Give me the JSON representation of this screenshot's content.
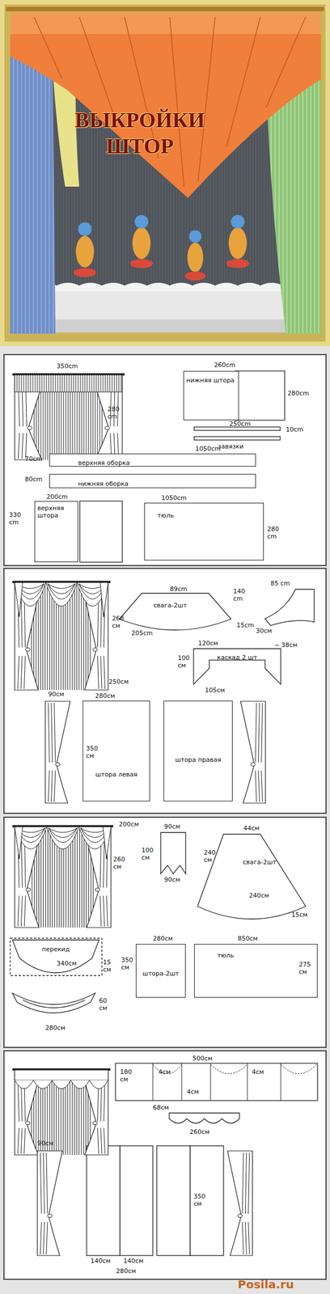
{
  "diagram": {
    "title": "ВЫКРОЙКИ ШТОР",
    "nodes": [
      {
        "text": [
          "нижняя штора"
        ]
      },
      {
        "text": [
          "верхняя оборка"
        ]
      },
      {
        "text": [
          "нижняя оборка"
        ]
      },
      {
        "text": [
          "верхняя штора"
        ]
      },
      {
        "text": [
          "тюль"
        ]
      },
      {
        "text": [
          "свага-2шт"
        ]
      },
      {
        "text": [
          "каскад 2 шт"
        ]
      },
      {
        "text": [
          "штора левая"
        ]
      },
      {
        "text": [
          "штора правая"
        ]
      },
      {
        "text": [
          "свага-2шт"
        ]
      },
      {
        "text": [
          "перекид"
        ]
      },
      {
        "text": [
          "штора-2шт"
        ]
      },
      {
        "text": [
          "тюль"
        ]
      }
    ],
    "labels": [
      "350cm",
      "280 cm",
      "260cm",
      "280cm",
      "250cm",
      "10cm",
      "завязки",
      "1050cm",
      "70cm",
      "80cm",
      "200cm",
      "330 cm",
      "1050cm",
      "280 cm",
      "268 см",
      "250см",
      "89cm",
      "140 cm",
      "205cm",
      "15cm",
      "85 cm",
      "30см",
      "120см",
      "38см",
      "100 см",
      "105см",
      "90см",
      "280см",
      "350 см",
      "200см",
      "260 см",
      "90см",
      "100 см",
      "90см",
      "240 см",
      "44см",
      "240см",
      "15см",
      "340см",
      "15 см",
      "350 см",
      "280см",
      "850см",
      "275 см",
      "60 см",
      "280см",
      "500см",
      "180 см",
      "4см",
      "4см",
      "4см",
      "68см",
      "260см",
      "90см",
      "350 см",
      "140см",
      "140см",
      "280см",
      "Posila.ru"
    ]
  }
}
